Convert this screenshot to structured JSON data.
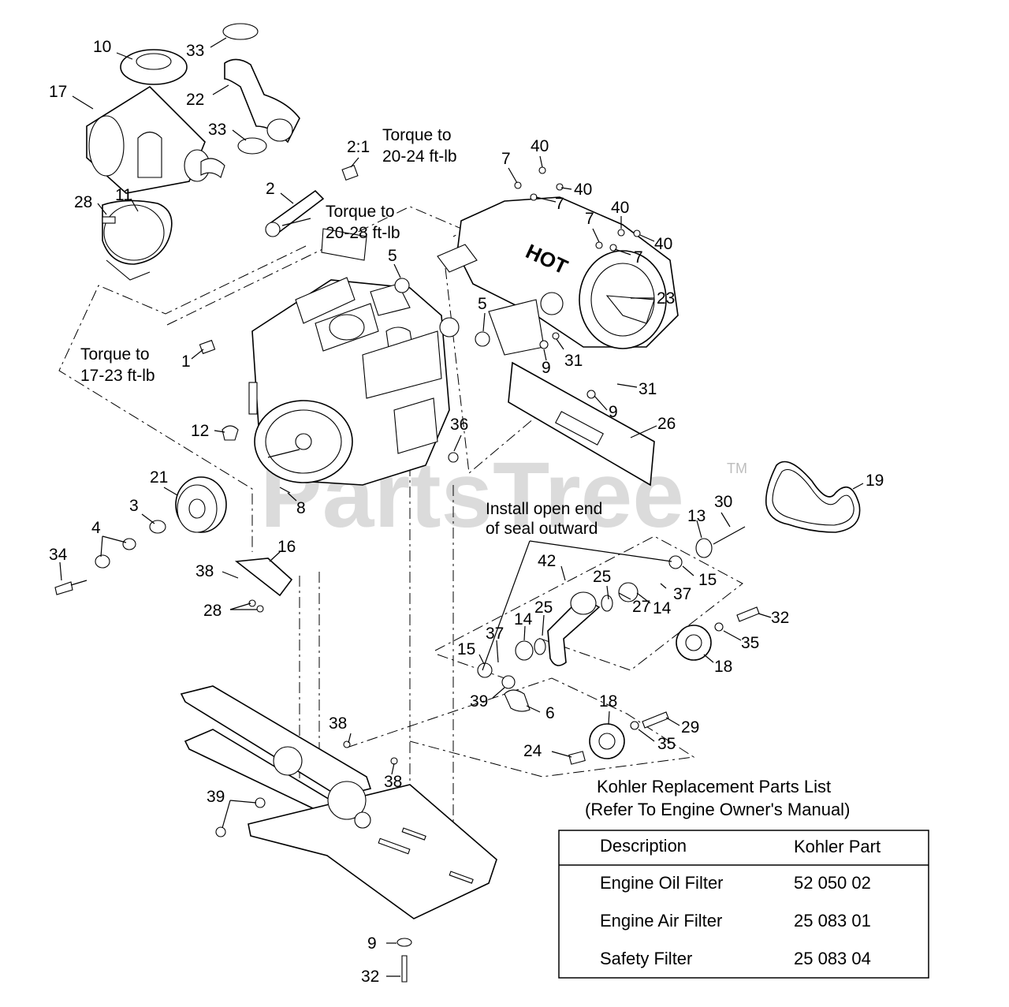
{
  "watermark": {
    "brand": "PartsTree",
    "trademark": "TM"
  },
  "torque_notes": [
    {
      "line1": "Torque to",
      "line2": "20-24 ft-lb"
    },
    {
      "line1": "Torque to",
      "line2": "20-28 ft-lb"
    },
    {
      "line1": "Torque to",
      "line2": "17-23 ft-lb"
    }
  ],
  "seal_note": {
    "line1": "Install open end",
    "line2": "of seal outward"
  },
  "callouts": [
    "10",
    "33",
    "17",
    "22",
    "33",
    "2:1",
    "2",
    "28",
    "11",
    "7",
    "40",
    "40",
    "7",
    "7",
    "40",
    "40",
    "7",
    "5",
    "23",
    "5",
    "1",
    "9",
    "31",
    "31",
    "9",
    "26",
    "12",
    "36",
    "21",
    "8",
    "3",
    "4",
    "34",
    "16",
    "38",
    "28",
    "19",
    "30",
    "13",
    "42",
    "15",
    "37",
    "25",
    "14",
    "25",
    "14",
    "37",
    "27",
    "15",
    "39",
    "6",
    "32",
    "35",
    "18",
    "18",
    "38",
    "38",
    "29",
    "35",
    "24",
    "39",
    "9",
    "32"
  ],
  "parts_list": {
    "title_line1": "Kohler Replacement Parts List",
    "title_line2": "(Refer To Engine Owner's Manual)",
    "headers": [
      "Description",
      "Kohler Part"
    ],
    "rows": [
      [
        "Engine Oil Filter",
        "52 050 02"
      ],
      [
        "Engine Air Filter",
        "25 083 01"
      ],
      [
        "Safety Filter",
        "25 083 04"
      ]
    ]
  }
}
